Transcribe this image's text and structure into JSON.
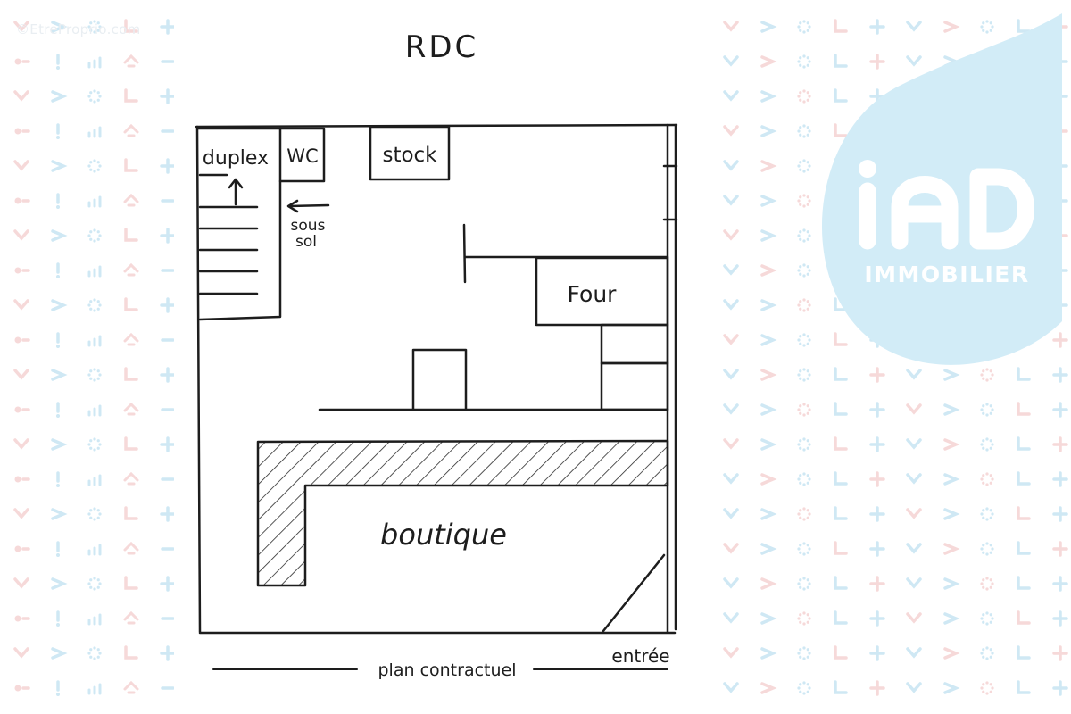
{
  "watermark": "©EtreProprio.com",
  "plan": {
    "title": "RDC",
    "rooms": {
      "duplex": "duplex",
      "wc": "WC",
      "stock": "stock",
      "sous": "sous",
      "sol": "sol",
      "four": "Four",
      "boutique": "boutique"
    },
    "entree": "entrée",
    "footer": "plan contractuel"
  },
  "logo": {
    "mark": "iAD",
    "subtitle": "IMMOBILIER",
    "color": "#d2ecf7"
  },
  "pattern": {
    "blue": "#cfe8f4",
    "pink": "#f6d9d9"
  }
}
